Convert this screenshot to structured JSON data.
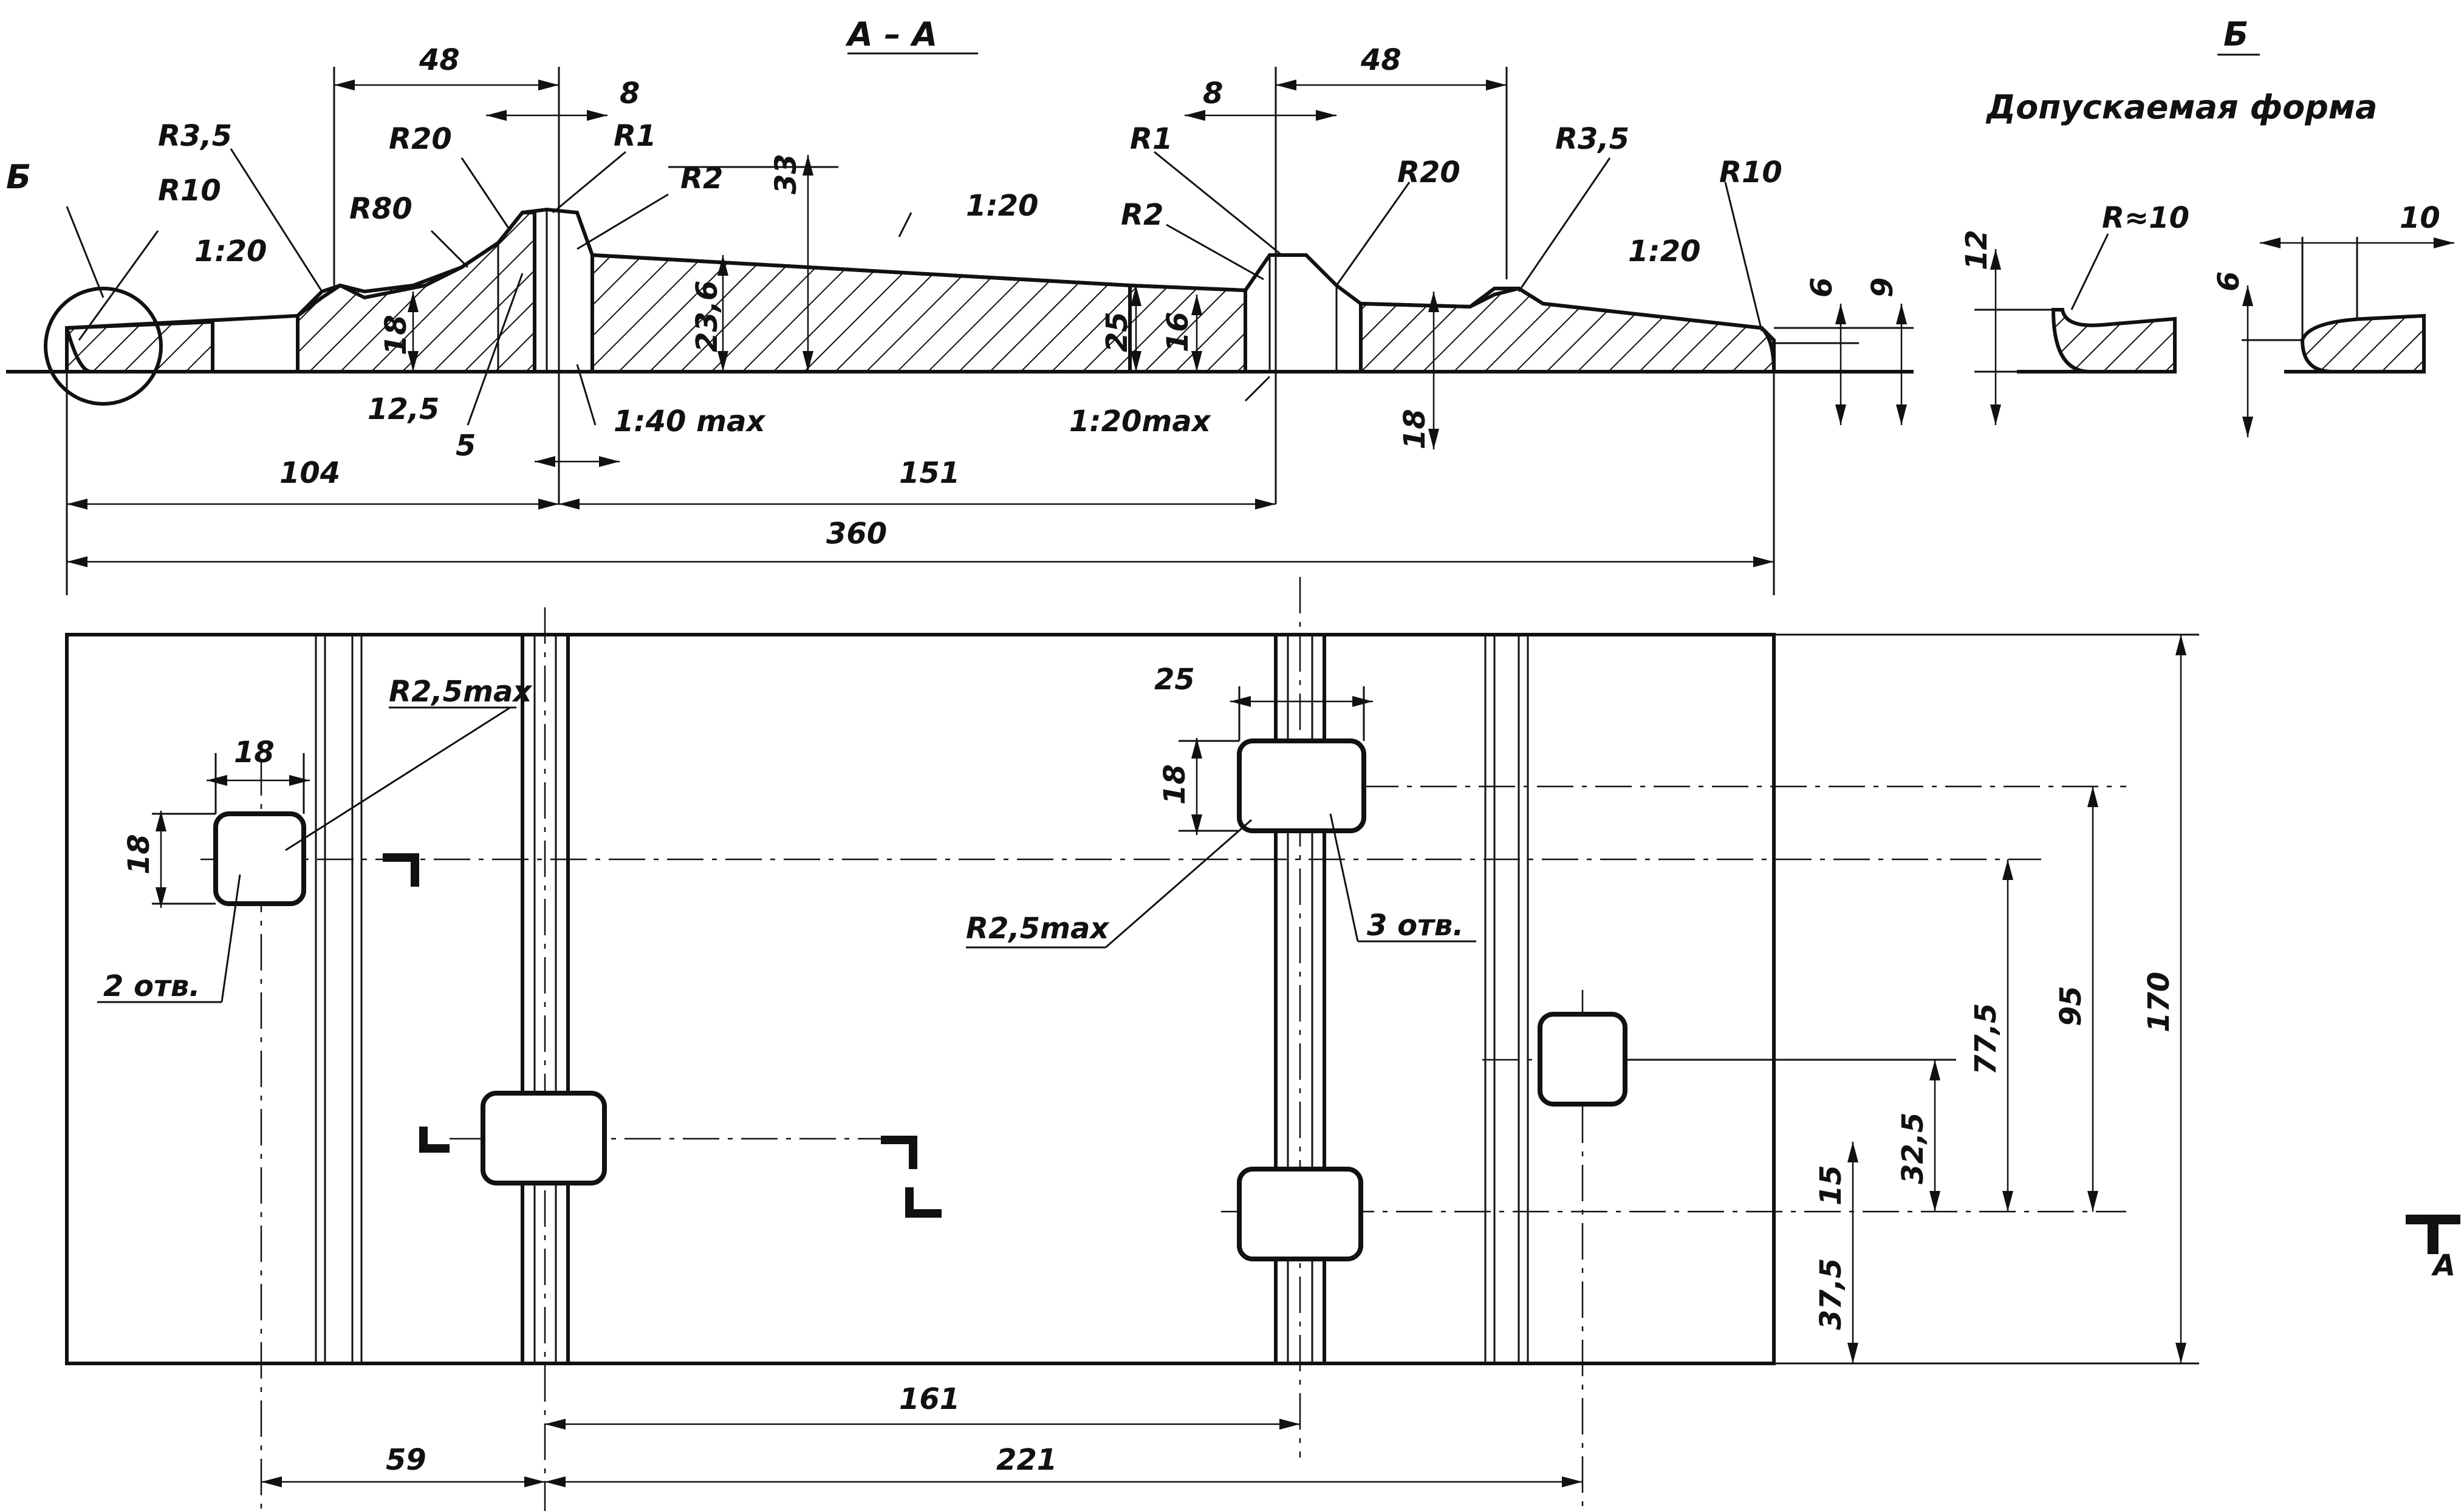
{
  "section": {
    "title": "А – А",
    "detail_letter": "Б",
    "detail_title": "Допускаемая форма",
    "view_marker": "А"
  },
  "labels": {
    "d48_left": "48",
    "d48_right": "48",
    "d8_left": "8",
    "d8_right": "8",
    "r35_left": "R3,5",
    "r35_right": "R3,5",
    "r10_left": "R10",
    "r10_right": "R10",
    "r20_left": "R20",
    "r20_right": "R20",
    "r1_left": "R1",
    "r1_right": "R1",
    "r2_left": "R2",
    "r2_right": "R2",
    "r80": "R80",
    "b_left": "Б",
    "slope_left": "1:20",
    "slope_mid": "1:20",
    "slope_right": "1:20",
    "slope_max_left": "1:40 max",
    "slope_max_right": "1:20max",
    "d33": "33",
    "d236": "23,6",
    "d25_sec": "25",
    "d16": "16",
    "d18_left_sec": "18",
    "d125": "12,5",
    "d5": "5",
    "d18_right_sec": "18",
    "d6": "6",
    "d9": "9",
    "d12_det": "12",
    "d6_det": "6",
    "r10_det": "R≈10",
    "d10_det": "10",
    "d104": "104",
    "d151": "151",
    "d360": "360",
    "d18_hole_w": "18",
    "d18_hole_h": "18",
    "r25max_left": "R2,5max",
    "holes_left": "2 отв.",
    "d25_hole": "25",
    "d18_hole2": "18",
    "r25max_right": "R2,5max",
    "holes_right": "3 отв.",
    "d775": "77,5",
    "d95": "95",
    "d170": "170",
    "d325": "32,5",
    "d15": "15",
    "d375": "37,5",
    "d161": "161",
    "d59": "59",
    "d221": "221"
  }
}
